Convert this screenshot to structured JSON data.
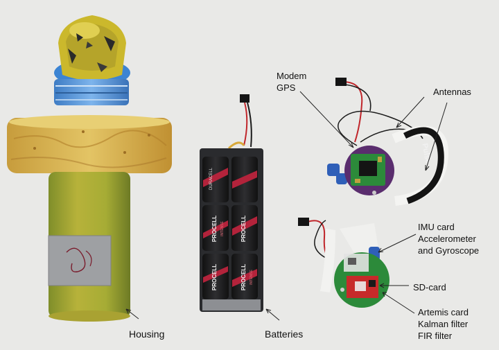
{
  "labels": {
    "housing": "Housing",
    "batteries": "Batteries",
    "modem_gps": [
      "Modem",
      "GPS"
    ],
    "antennas": "Antennas",
    "imu": [
      "IMU card",
      "Accelerometer",
      "and Gyroscope"
    ],
    "sdcard": "SD-card",
    "artemis": [
      "Artemis card",
      "Kalman filter",
      "FIR filter"
    ]
  },
  "printed_text": {
    "battery_brand": "PROCELL",
    "battery_sub": "INTENSE",
    "battery_side": "DURACELL",
    "antenna_brand": "Pulse"
  },
  "colors": {
    "background": "#e9e9e7",
    "housing_yellow": "#c9b92e",
    "housing_green": "#8fa33a",
    "float_ring": "#d8b64e",
    "cap_blue": "#4f8fd6",
    "battery_black": "#1d1d1f",
    "battery_red": "#b3233b",
    "pcb_purple": "#5a2d6e",
    "pcb_green": "#2c8a3a",
    "artemis_red": "#c72a2a",
    "capacitor_blue": "#2f5fb8"
  }
}
